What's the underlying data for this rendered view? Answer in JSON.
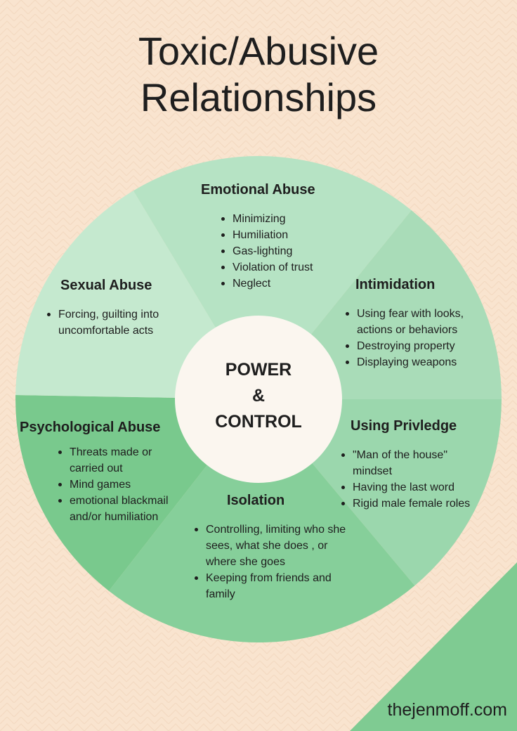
{
  "title": {
    "line1": "Toxic/Abusive",
    "line2": "Relationships"
  },
  "center": {
    "line1": "POWER",
    "line2": "&",
    "line3": "CONTROL"
  },
  "sectors": [
    {
      "key": "emotional",
      "heading": "Emotional Abuse",
      "items": [
        "Minimizing",
        "Humiliation",
        "Gas-lighting",
        "Violation of trust",
        "Neglect"
      ]
    },
    {
      "key": "intimidation",
      "heading": "Intimidation",
      "items": [
        "Using fear with looks, actions or behaviors",
        "Destroying property",
        "Displaying weapons"
      ]
    },
    {
      "key": "privilege",
      "heading": "Using Privledge",
      "items": [
        "\"Man of the house\" mindset",
        "Having the last word",
        "Rigid male female roles"
      ]
    },
    {
      "key": "isolation",
      "heading": "Isolation",
      "items": [
        "Controlling, limiting who she sees, what she does , or where she goes",
        "Keeping from friends and family"
      ]
    },
    {
      "key": "psychological",
      "heading": "Psychological Abuse",
      "items": [
        "Threats made or carried out",
        "Mind games",
        "emotional blackmail and/or humiliation"
      ]
    },
    {
      "key": "sexual",
      "heading": "Sexual Abuse",
      "items": [
        "Forcing, guilting into uncomfortable acts"
      ]
    }
  ],
  "colors": {
    "background": "#f9e4cf",
    "emotional": "#b6e3c4",
    "intimidation": "#a9dcb8",
    "privilege": "#9bd7ad",
    "isolation": "#86cf9a",
    "psychological": "#79c98d",
    "sexual": "#c5e9cf",
    "center": "#fbf6ef",
    "corner": "#7fcb92"
  },
  "footer": {
    "site": "thejenmoff.com"
  }
}
